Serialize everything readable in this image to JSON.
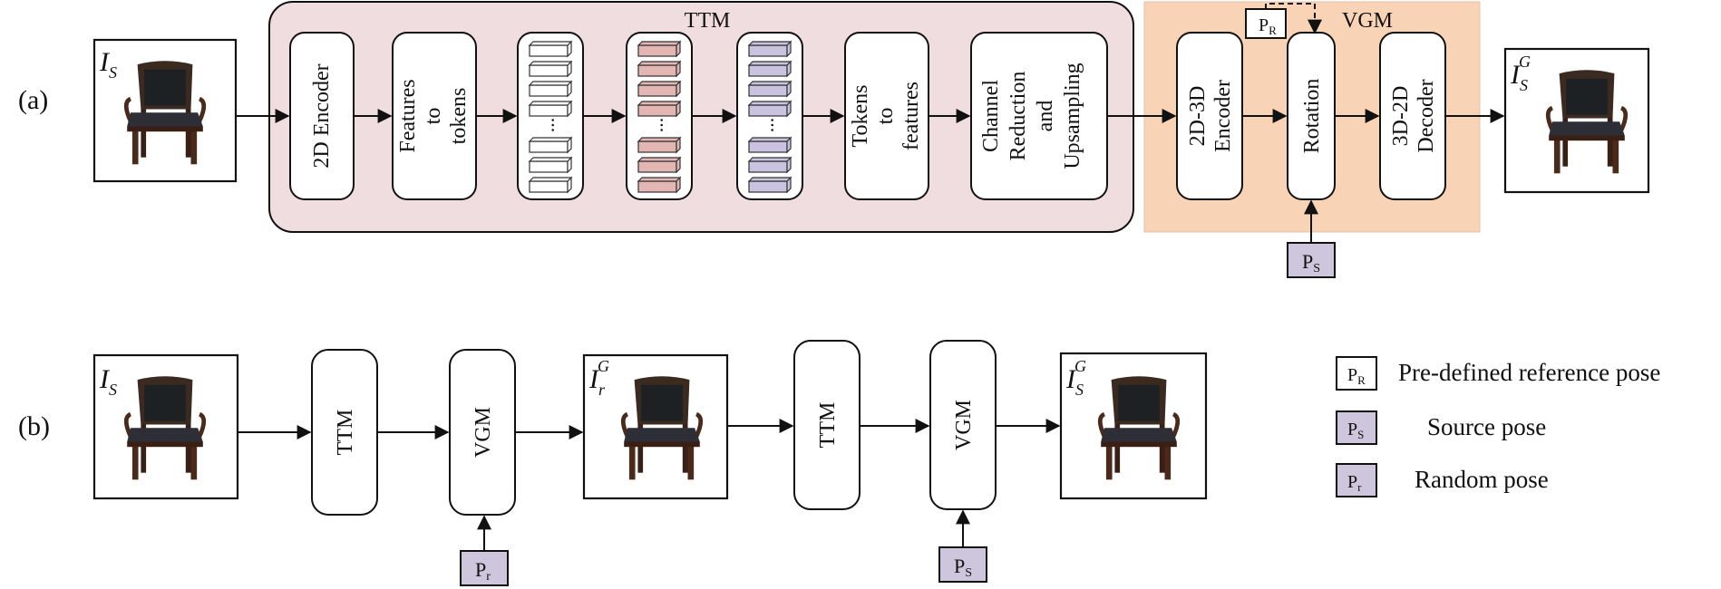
{
  "panel_a": {
    "label": "(a)",
    "ttm_title": "TTM",
    "vgm_title": "VGM",
    "input_image_label": "I",
    "input_image_sub": "S",
    "output_image_label": "I",
    "output_image_sub": "S",
    "output_image_sup": "G",
    "encoder_2d": "2D Encoder",
    "features_to_tokens": [
      "Features",
      "to",
      "tokens"
    ],
    "tokens_to_features": [
      "Tokens",
      "to",
      "features"
    ],
    "channel_reduction": [
      "Channel",
      "Reduction",
      "and",
      "Upsampling"
    ],
    "encoder_2d3d": [
      "2D-3D",
      "Encoder"
    ],
    "rotation": "Rotation",
    "decoder_3d2d": [
      "3D-2D",
      "Decoder"
    ],
    "pose_reference": "P",
    "pose_reference_sub": "R",
    "pose_source": "P",
    "pose_source_sub": "S",
    "token_ellipsis": "..."
  },
  "panel_b": {
    "label": "(b)",
    "input_image_label": "I",
    "input_image_sub": "S",
    "ttm_1": "TTM",
    "vgm_1": "VGM",
    "mid_image_label": "I",
    "mid_image_sub": "r",
    "mid_image_sup": "G",
    "ttm_2": "TTM",
    "vgm_2": "VGM",
    "output_image_label": "I",
    "output_image_sub": "S",
    "output_image_sup": "G",
    "pose_random": "P",
    "pose_random_sub": "r",
    "pose_source": "P",
    "pose_source_sub": "S"
  },
  "legend": {
    "items": [
      {
        "symbol": "P",
        "sub": "R",
        "text": "Pre-defined reference pose",
        "style": "white"
      },
      {
        "symbol": "P",
        "sub": "S",
        "text": "Source pose",
        "style": "purple"
      },
      {
        "symbol": "P",
        "sub": "r",
        "text": "Random pose",
        "style": "purple"
      }
    ]
  },
  "colors": {
    "ttm_background": "#f0dddf",
    "vgm_background": "#f9d3b6",
    "pose_purple": "#cdc6dc",
    "token_pink": "#e3b6b3",
    "token_purple": "#c9c3df"
  },
  "icons": {
    "chair": "chair-icon"
  }
}
